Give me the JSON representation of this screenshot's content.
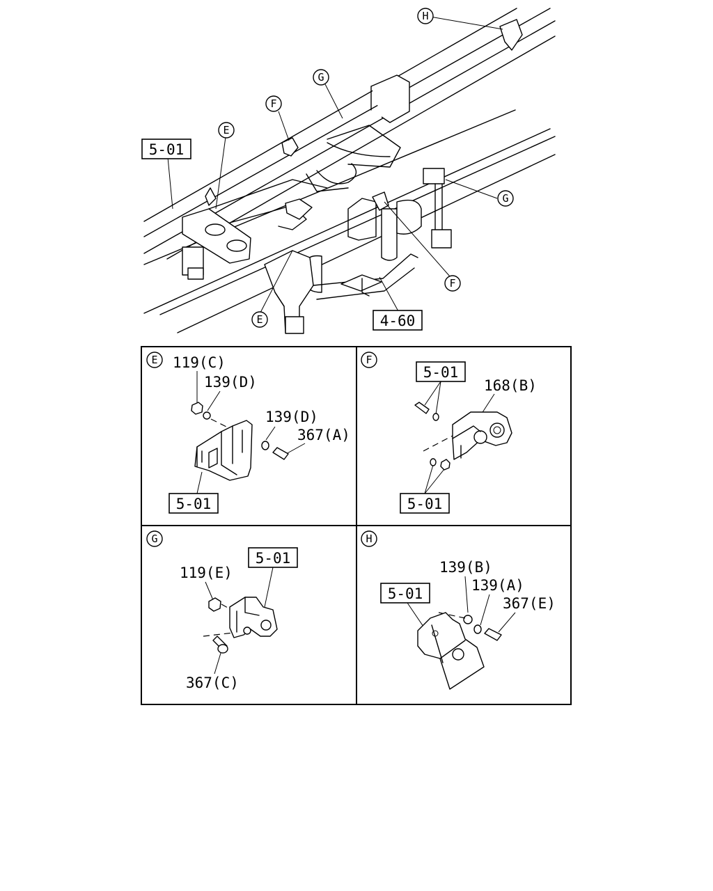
{
  "overview": {
    "callouts": [
      "H",
      "G",
      "F",
      "E",
      "G",
      "F",
      "E"
    ],
    "ref_boxes": [
      "5-01",
      "4-60"
    ]
  },
  "panels": {
    "E": {
      "letter": "E",
      "labels": [
        "119(C)",
        "139(D)",
        "139(D)",
        "367(A)"
      ],
      "ref_box": "5-01"
    },
    "F": {
      "letter": "F",
      "labels": [
        "168(B)"
      ],
      "ref_boxes": [
        "5-01",
        "5-01"
      ]
    },
    "G": {
      "letter": "G",
      "labels": [
        "119(E)",
        "367(C)"
      ],
      "ref_box": "5-01"
    },
    "H": {
      "letter": "H",
      "labels": [
        "139(B)",
        "139(A)",
        "367(E)"
      ],
      "ref_box": "5-01"
    }
  }
}
